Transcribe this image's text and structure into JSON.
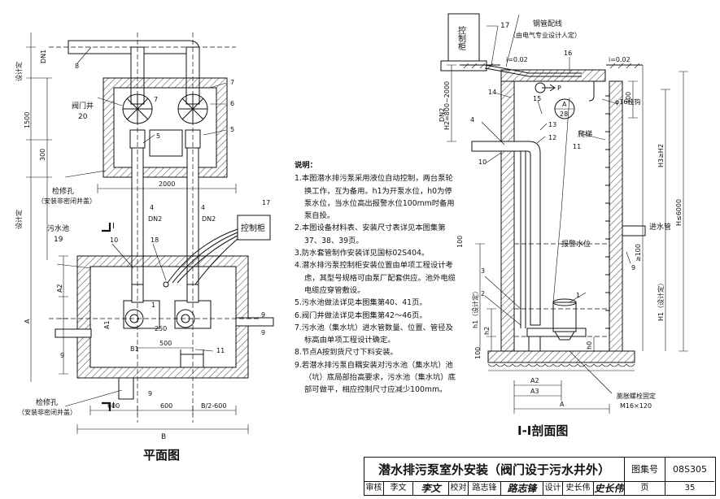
{
  "plan_view": {
    "caption": "平面图",
    "labels": {
      "valve_well": "阀门井",
      "valve_well_no": "20",
      "manhole": "检修孔",
      "manhole_note": "（安装非密闭井盖）",
      "sewage_pit": "污水池",
      "sewage_pit_no": "19",
      "control_cabinet": "控制柜",
      "design_level_1": "设计定",
      "design_level_2": "设计定",
      "section_mark": "I"
    },
    "callouts": [
      "8",
      "7",
      "6",
      "5",
      "4",
      "5",
      "4",
      "DN2",
      "DN2",
      "DN1",
      "17",
      "10",
      "18",
      "9",
      "9",
      "9",
      "9",
      "11",
      "1"
    ],
    "dimensions": [
      "1500",
      "300",
      "2000",
      "A",
      "A2",
      "A1",
      "B1",
      "250",
      "500",
      "600",
      "600",
      "B/2-600",
      "B"
    ]
  },
  "section_view": {
    "caption": "I-I剖面图",
    "labels": {
      "control_cabinet_v": "控制柜",
      "steel_pipe": "钢管配线",
      "steel_pipe_note": "（由电气专业设计人定）",
      "slope_1": "i=0.02",
      "slope_2": "i=0.02",
      "hook": "φ16挂钩",
      "ladder": "爬梯",
      "inlet": "进水管",
      "alarm": "报警水位",
      "bolt": "膨胀螺栓固定",
      "bolt_size": "M16×120",
      "detail_A": "A",
      "detail_sheet": "28",
      "p_mark": "P"
    },
    "callouts": [
      "17",
      "16",
      "15",
      "13",
      "12",
      "11",
      "14",
      "4",
      "10",
      "9",
      "3",
      "2",
      "1",
      "DN2"
    ],
    "dimensions": [
      "H2=800~2000",
      "400",
      "H3≥H2",
      "H≤6000",
      "≥100",
      "H1（设计定）",
      "h1（设计定）",
      "h2",
      "h0",
      "100",
      "100",
      "A2",
      "A3",
      "A"
    ]
  },
  "notes": {
    "title": "说明：",
    "items": [
      "1.本图潜水排污泵采用液位自动控制，两台泵轮换工作，互为备用。h1为开泵水位，h0为停泵水位，当水位高出报警水位100mm时备用泵自投。",
      "2.本图设备材料表、安装尺寸表详见本图集第37、38、39页。",
      "3.防水套管制作安装详见国标02S404。",
      "4.潜水排污泵控制柜安装位置由单项工程设计考虑，其型号规格可由泵厂配套供应。池外电缆电缆应穿管敷设。",
      "5.污水池做法详见本图集第40、41页。",
      "6.阀门井做法详见本图集第42～46页。",
      "7.污水池（集水坑）进水管数量、位置、管径及标高由单项工程设计确定。",
      "8.节点A按到货尺寸下料安装。",
      "9.若潜水排污泵自耦安装对污水池（集水坑）池（坑）底局部抬高要求，污水池（集水坑）底部可做平，相应控制尺寸应减少100mm。"
    ]
  },
  "title_block": {
    "title": "潜水排污泵室外安装（阀门设于污水井外）",
    "set_label": "图集号",
    "set_no": "08S305",
    "review_label": "审核",
    "reviewer": "李文",
    "reviewer_sig": "李文",
    "check_label": "校对",
    "checker": "路志锋",
    "checker_sig": "路志锋",
    "design_label": "设计",
    "designer": "史长伟",
    "designer_sig": "史长伟",
    "page_label": "页",
    "page_no": "35"
  }
}
